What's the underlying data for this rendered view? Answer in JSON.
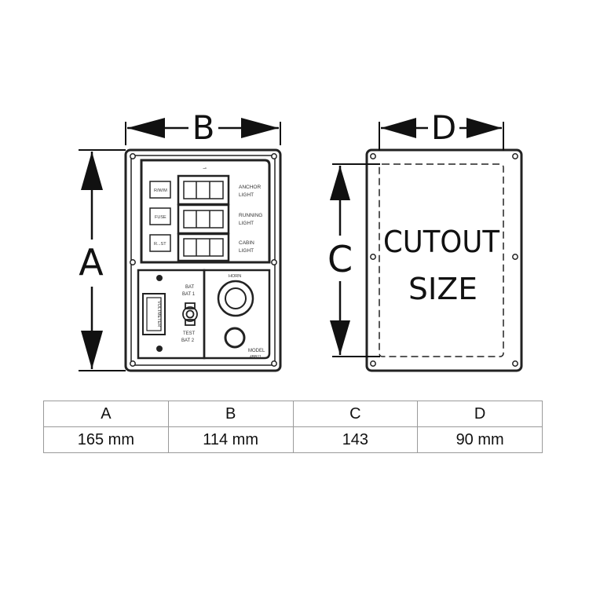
{
  "dimension_letters": {
    "A": "A",
    "B": "B",
    "C": "C",
    "D": "D"
  },
  "panel": {
    "breakers": [
      "R/W/M",
      "FUSE",
      "R...ST"
    ],
    "switch_labels": [
      [
        "ANCHOR",
        "LIGHT"
      ],
      [
        "RUNNING",
        "LIGHT"
      ],
      [
        "CABIN",
        "LIGHT"
      ]
    ],
    "meter_label": "VOLTMETER",
    "selector_top": [
      "BAT",
      "BAT 1"
    ],
    "selector_bottom": [
      "TEST",
      "BAT 2"
    ],
    "horn_label": "HORN",
    "model_label": [
      "MODEL",
      "4BB11"
    ]
  },
  "cutout": {
    "line1": "CUTOUT",
    "line2": "SIZE"
  },
  "table": {
    "headers": [
      "A",
      "B",
      "C",
      "D"
    ],
    "values": [
      "165 mm",
      "114 mm",
      "143",
      "90 mm"
    ]
  }
}
